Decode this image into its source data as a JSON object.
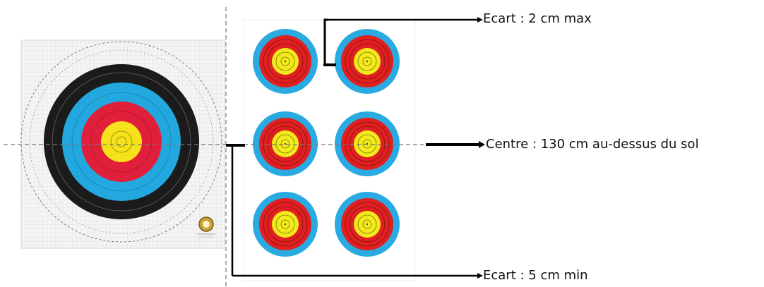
{
  "annotations": {
    "gap_max": "Ecart : 2 cm max",
    "center_height": "Centre : 130 cm au-dessus du sol",
    "gap_min": "Ecart : 5 cm min"
  },
  "target_faces": {
    "full_face_colors": [
      "#ffffff",
      "#1a1a1a",
      "#25a9e0",
      "#e2203a",
      "#f5e31a"
    ],
    "spot_face_colors": [
      "#29abe2",
      "#e02020",
      "#f3ea1c"
    ],
    "spot_face_layout": {
      "rows": 3,
      "columns": 2
    }
  },
  "colors": {
    "guide_line": "#777777",
    "dimension_line": "#000000",
    "text": "#111111"
  }
}
